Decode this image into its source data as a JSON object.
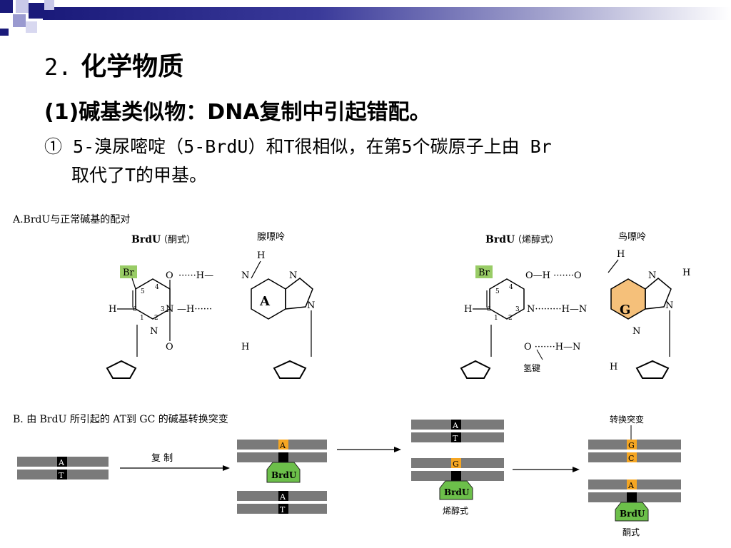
{
  "slide": {
    "title_num": "2.",
    "title": "化学物质",
    "line1": "(1)碱基类似物：DNA复制中引起错配。",
    "line2": "① 5-溴尿嘧啶（5-BrdU）和T很相似，在第5个碳原子上由 Br",
    "line3": "取代了T的甲基。"
  },
  "figure_a": {
    "caption": "A.BrdU与正常碱基的配对",
    "left": {
      "label_bold": "BrdU",
      "label_form": "（酮式）",
      "partner": "腺嘌呤",
      "base_letter": "A",
      "br": "Br"
    },
    "right": {
      "label_bold": "BrdU",
      "label_form": "（烯醇式）",
      "partner": "鸟嘌呤",
      "base_letter": "G",
      "br": "Br",
      "hbond_label": "氢键"
    }
  },
  "figure_b": {
    "caption": "B. 由 BrdU 所引起的 AT到 GC 的碱基转换突变",
    "replication_label": "复 制",
    "brdu_label": "BrdU",
    "enol_label": "烯醇式",
    "keto_label": "酮式",
    "mutation_label": "转换突变",
    "base_A": "A",
    "base_T": "T",
    "base_G": "G",
    "base_C": "C"
  },
  "colors": {
    "br_highlight": "#99cc66",
    "g_highlight": "#f5c07a",
    "brdu_green": "#6cbf4a",
    "base_orange": "#f5a623",
    "strand_gray": "#7a7a7a",
    "header_blue": "#1a1a7a"
  }
}
